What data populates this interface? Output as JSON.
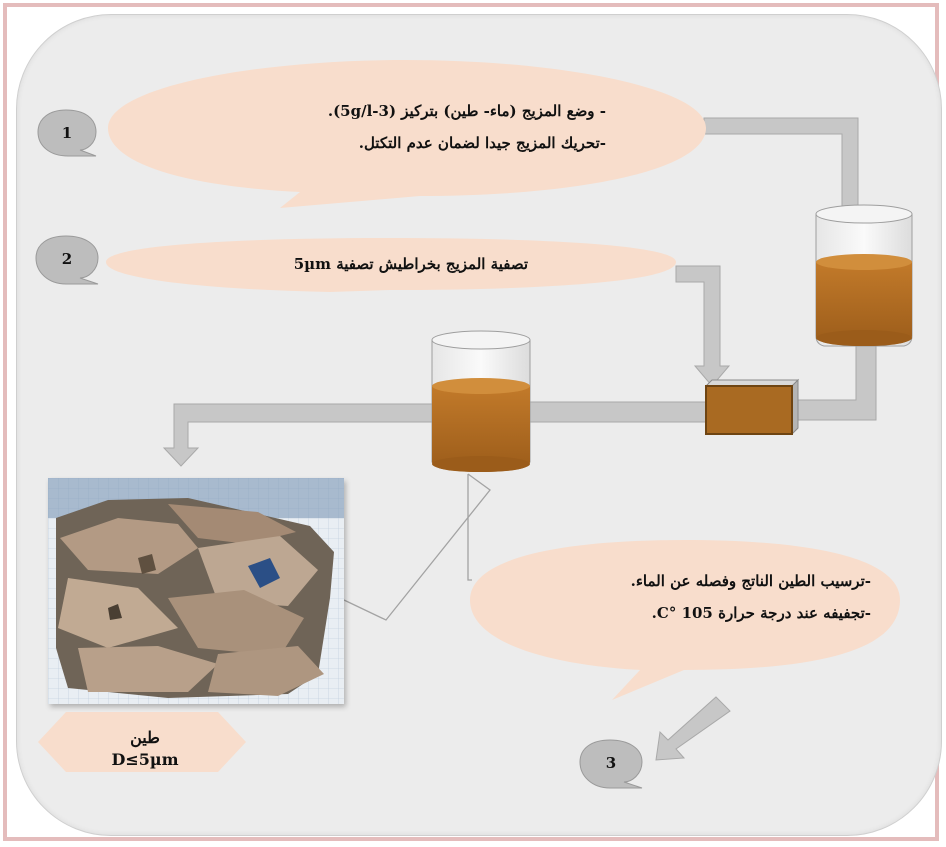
{
  "steps": [
    {
      "number": "1",
      "lines": [
        "- وضع المزيج (ماء- طين) بتركيز (3-5g/l).",
        "-تحريك المزيج جيدا لضمان عدم التكتل."
      ]
    },
    {
      "number": "2",
      "lines": [
        "تصفية المزيج بخراطيش تصفية 5µm"
      ]
    },
    {
      "number": "3",
      "lines": [
        "-ترسيب الطين الناتج وفصله عن الماء.",
        "-تجفيفه عند درجة حرارة 105 °C."
      ]
    }
  ],
  "product": {
    "name": "طين",
    "size": "D≤5µm"
  },
  "colors": {
    "bubble": "#f8ddcc",
    "liquid": "#b26e22",
    "pipe": "#c7c7c7",
    "panel": "#ececec",
    "frame": "#e4bcbc",
    "step_badge": "#bdbdbd"
  }
}
